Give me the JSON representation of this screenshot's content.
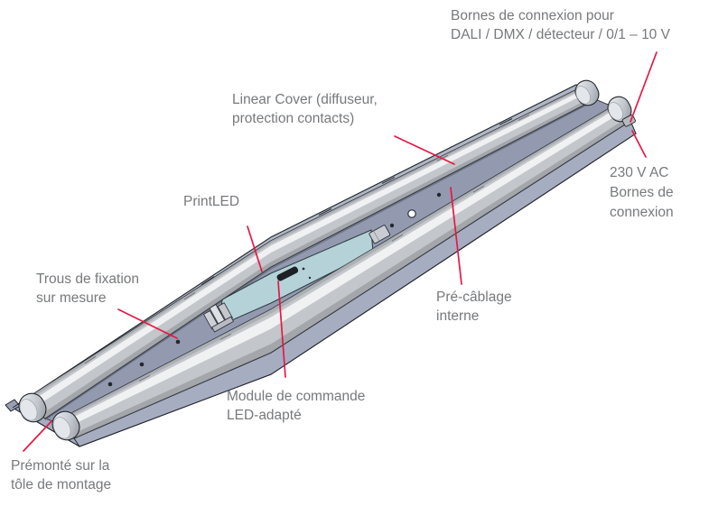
{
  "diagram": {
    "title": "Linear LED luminaire exploded annotation diagram",
    "labels": {
      "dali": {
        "line1": "Bornes de connexion pour",
        "line2": "DALI / DMX / détecteur / 0/1 – 10 V"
      },
      "linear_cover": {
        "line1": "Linear Cover (diffuseur,",
        "line2": "protection contacts)"
      },
      "printled": {
        "line1": "PrintLED"
      },
      "v230": {
        "line1": "230 V AC",
        "line2": "Bornes de",
        "line3": "connexion"
      },
      "trous": {
        "line1": "Trous de fixation",
        "line2": "sur mesure"
      },
      "precablage": {
        "line1": "Pré-câblage",
        "line2": "interne"
      },
      "module": {
        "line1": "Module de commande",
        "line2": "LED-adapté"
      },
      "premonte": {
        "line1": "Prémonté sur la",
        "line2": "tôle de montage"
      }
    },
    "colors": {
      "background": "#ffffff",
      "text": "#77797c",
      "leader": "#e61845",
      "strip": "#b5d2d9",
      "plate": "#a7adc0",
      "channel": "#939ab0",
      "sliver": "#b1b6c6",
      "tube": "#c3c6ca",
      "outline": "#23262b"
    }
  }
}
